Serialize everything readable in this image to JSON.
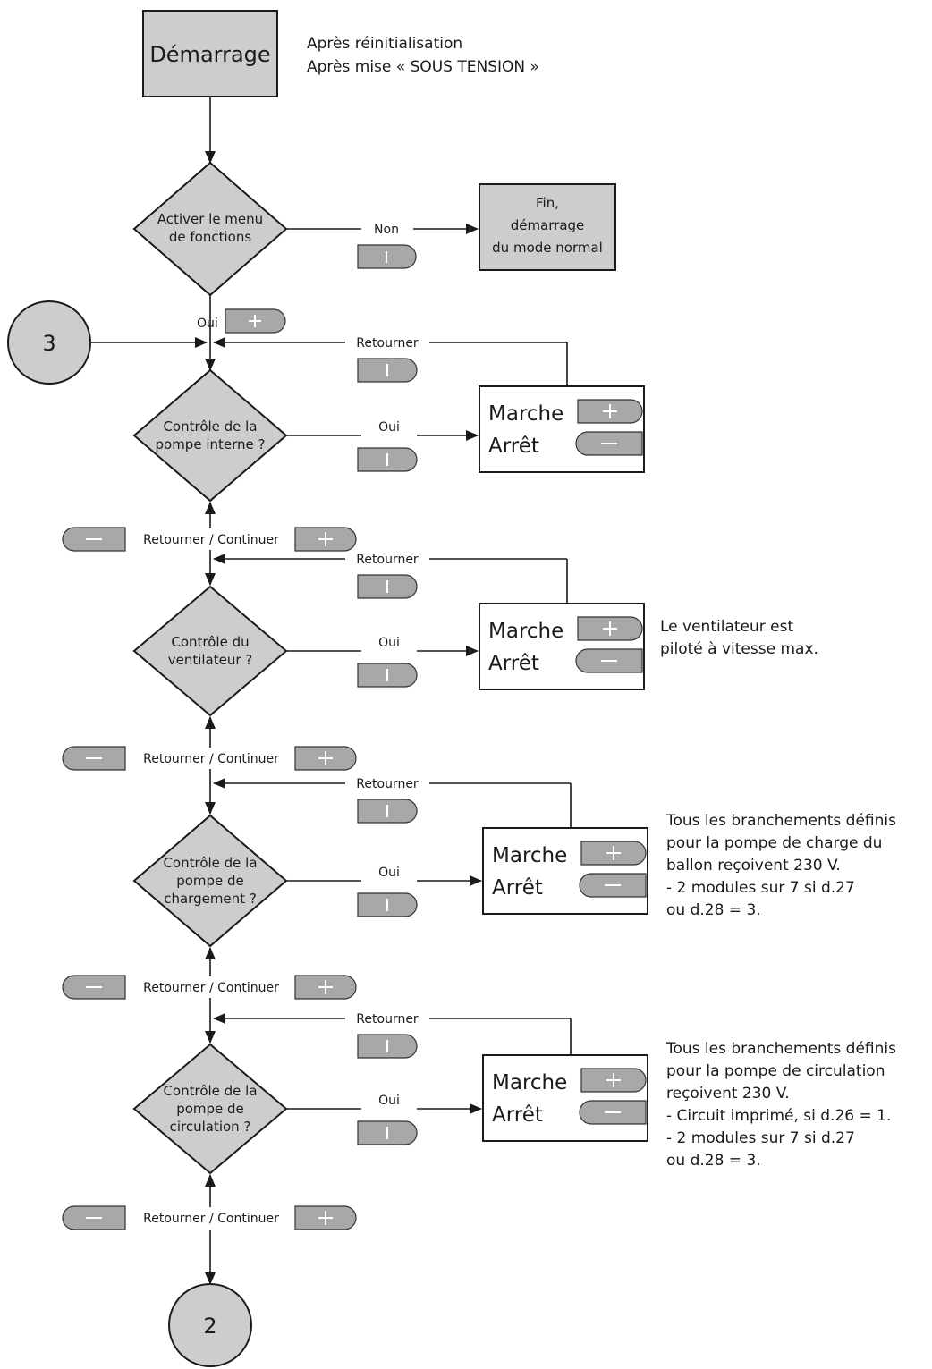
{
  "start": {
    "label": "Démarrage",
    "notes": [
      "Après réinitialisation",
      "Après mise « SOUS TENSION »"
    ]
  },
  "activate": {
    "lines": [
      "Activer le menu",
      "de fonctions"
    ],
    "no_label": "Non",
    "yes_label": "Oui"
  },
  "end_box": {
    "lines": [
      "Fin,",
      "démarrage",
      "du mode normal"
    ]
  },
  "connector_in": "3",
  "connector_out": "2",
  "return_label": "Retourner",
  "nav_label": "Retourner / Continuer",
  "yes_label": "Oui",
  "on_label": "Marche",
  "off_label": "Arrêt",
  "checks": [
    {
      "lines": [
        "Contrôle de la",
        "pompe interne ?"
      ],
      "notes": []
    },
    {
      "lines": [
        "Contrôle du",
        "ventilateur ?"
      ],
      "notes": [
        "Le ventilateur est",
        "piloté à vitesse max."
      ]
    },
    {
      "lines": [
        "Contrôle de la",
        "pompe de",
        "chargement ?"
      ],
      "notes": [
        "Tous les branchements définis",
        "pour la pompe de charge du",
        "ballon reçoivent 230 V.",
        "- 2 modules sur 7 si d.27",
        "  ou d.28 = 3."
      ]
    },
    {
      "lines": [
        "Contrôle de la",
        "pompe de",
        "circulation ?"
      ],
      "notes": [
        "Tous les branchements définis",
        "pour la pompe de circulation",
        "reçoivent 230 V.",
        "- Circuit imprimé, si d.26 = 1.",
        "- 2 modules sur 7 si d.27",
        "  ou d.28 = 3."
      ]
    }
  ],
  "button_icons": {
    "plus": "plus-icon",
    "minus": "minus-icon",
    "info": "info-icon"
  },
  "colors": {
    "node_fill": "#cdcdcd",
    "button_fill": "#a8a8a8"
  }
}
